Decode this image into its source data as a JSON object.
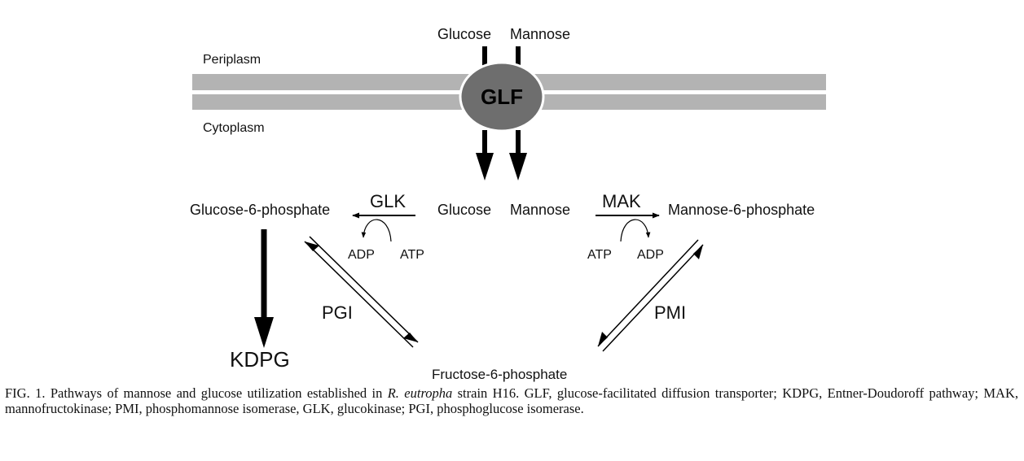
{
  "figure": {
    "compartments": {
      "periplasm": "Periplasm",
      "cytoplasm": "Cytoplasm"
    },
    "transporter": "GLF",
    "external_sugars": {
      "glucose": "Glucose",
      "mannose": "Mannose"
    },
    "internal_sugars": {
      "glucose": "Glucose",
      "mannose": "Mannose"
    },
    "metabolites": {
      "glucose_6_phosphate": "Glucose-6-phosphate",
      "mannose_6_phosphate": "Mannose-6-phosphate",
      "fructose_6_phosphate": "Fructose-6-phosphate",
      "kdpg": "KDPG"
    },
    "enzymes": {
      "glk": "GLK",
      "mak": "MAK",
      "pgi": "PGI",
      "pmi": "PMI"
    },
    "cofactors": {
      "glk_adp": "ADP",
      "glk_atp": "ATP",
      "mak_atp": "ATP",
      "mak_adp": "ADP"
    }
  },
  "caption": {
    "part1": "FIG. 1. Pathways of mannose and glucose utilization established in ",
    "organism": "R. eutropha",
    "part2": " strain H16. GLF, glucose-facilitated diffusion transporter; KDPG, Entner-Doudoroff pathway; MAK, mannofructokinase; PMI, phosphomannose isomerase, GLK, glucokinase; PGI, phosphoglucose isomerase."
  }
}
